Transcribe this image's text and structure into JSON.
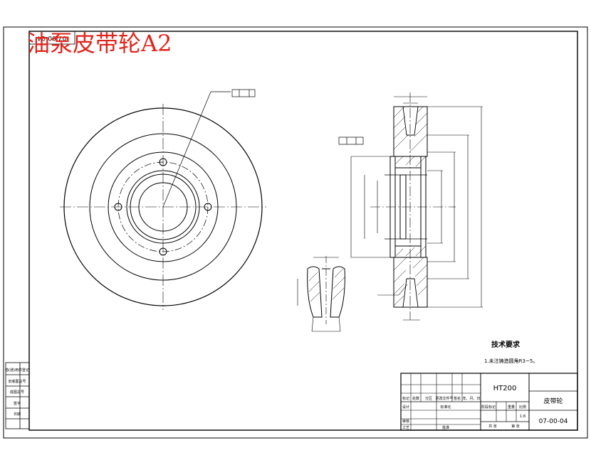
{
  "overlay_title": "油泵皮带轮A2",
  "corner_code": "07-00-04",
  "material": "HT200",
  "part_name": "皮带轮",
  "drawing_number": "07-00-04",
  "scale": "1:8",
  "tech_requirements": {
    "heading": "技术要求",
    "item1": "1.未注铸造圆角R3~5。"
  },
  "title_block": {
    "mark": "标记",
    "count": "处数",
    "zone": "分区",
    "change_doc": "更改文件号",
    "signature": "签名",
    "date": "年、月、日",
    "designer": "设计",
    "standardization": "标准化",
    "stage_mark": "阶段标记",
    "weight": "重量",
    "scale_label": "比例",
    "review": "审核",
    "process": "工艺",
    "approve": "批准",
    "sheets_total": "共 张",
    "sheet_no": "第 张"
  },
  "side_column": [
    "借(通)用件登记",
    "旧底图总号",
    "底图总号",
    "签字",
    "日期"
  ],
  "colors": {
    "overlay": "#e0241b",
    "lines": "#000000",
    "center": "#000000"
  }
}
